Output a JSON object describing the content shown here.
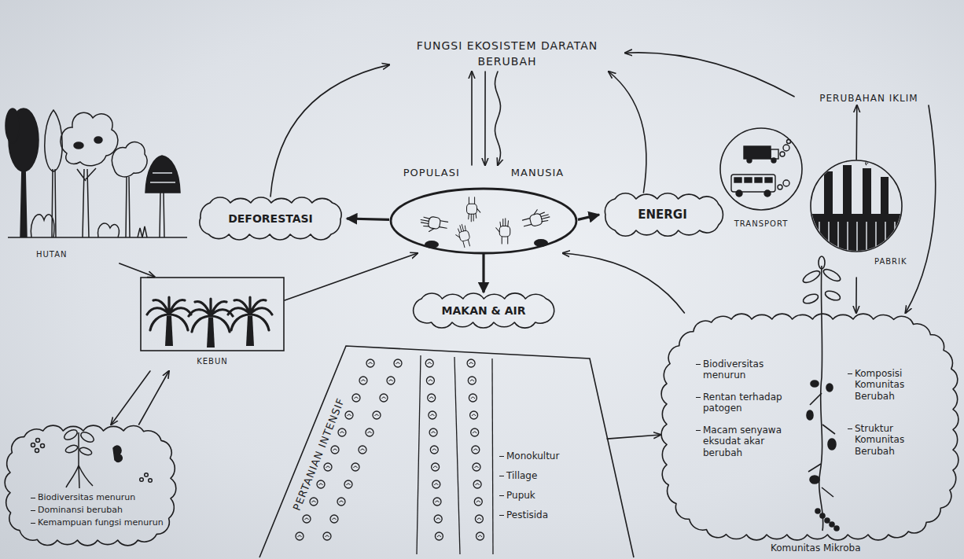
{
  "diagram": {
    "nodes": [
      {
        "text": [
          "FUNGSI EKOSISTEM DARATAN BERUBAH"
        ]
      },
      {
        "text": [
          "POPULASI MANUSIA"
        ]
      },
      {
        "text": [
          "DEFORESTASI"
        ]
      },
      {
        "text": [
          "ENERGI"
        ]
      },
      {
        "text": [
          "MAKAN & AIR"
        ]
      },
      {
        "text": [
          "HUTAN"
        ]
      },
      {
        "text": [
          "KEBUN"
        ]
      },
      {
        "text": [
          "Biodiversitas menurun",
          "Dominansi berubah",
          "Kemampuan fungsi menurun"
        ]
      },
      {
        "text": [
          "PERTANIAN INTENSIF",
          "Monokultur",
          "Tillage",
          "Pupuk",
          "Pestisida"
        ]
      },
      {
        "text": [
          "PERUBAHAN IKLIM"
        ]
      },
      {
        "text": [
          "TRANSPORT"
        ]
      },
      {
        "text": [
          "PABRIK"
        ]
      },
      {
        "text": [
          "Biodiversitas menurun",
          "Rentan terhadap patogen",
          "Macam senyawa eksudat akar berubah",
          "Komposisi Komunitas Berubah",
          "Struktur Komunitas Berubah",
          "Komunitas Mikroba"
        ]
      }
    ],
    "edges": [
      {
        "from": 1,
        "to": 0,
        "arrow": "to"
      },
      {
        "from": 0,
        "to": 1,
        "arrow": "to"
      },
      {
        "from": 0,
        "to": 1,
        "arrow": "to"
      },
      {
        "from": 1,
        "to": 2,
        "arrow": "to"
      },
      {
        "from": 1,
        "to": 3,
        "arrow": "to"
      },
      {
        "from": 1,
        "to": 4,
        "arrow": "to"
      },
      {
        "from": 2,
        "to": 0,
        "arrow": "to"
      },
      {
        "from": 3,
        "to": 0,
        "arrow": "to"
      },
      {
        "from": 9,
        "to": 0,
        "arrow": "to"
      },
      {
        "from": 11,
        "to": 9,
        "arrow": "to"
      },
      {
        "from": 9,
        "to": 12,
        "arrow": "to"
      },
      {
        "from": 11,
        "to": 12,
        "arrow": "to"
      },
      {
        "from": 5,
        "to": 6,
        "arrow": "to"
      },
      {
        "from": 6,
        "to": 1,
        "arrow": "to"
      },
      {
        "from": 7,
        "to": 6,
        "arrow": "to"
      },
      {
        "from": 6,
        "to": 7,
        "arrow": "to"
      },
      {
        "from": 8,
        "to": 12,
        "arrow": "to"
      },
      {
        "from": 12,
        "to": 1,
        "arrow": "to"
      }
    ]
  }
}
